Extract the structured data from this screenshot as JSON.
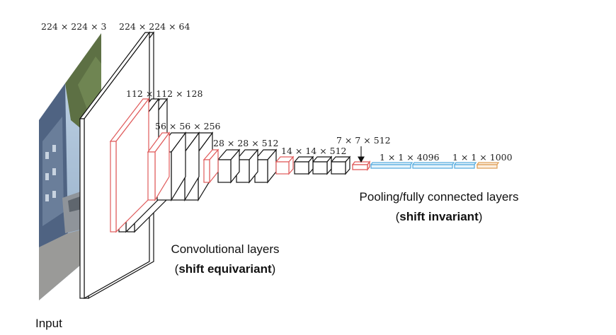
{
  "diagram": {
    "input_label": "Input",
    "dims": {
      "input": "224 × 224 × 3",
      "conv1": "224 × 224 × 64",
      "conv2": "112 × 112 × 128",
      "conv3": "56 × 56 × 256",
      "conv4": "28 × 28 × 512",
      "conv5": "14 × 14 × 512",
      "pool5": "7 × 7 × 512",
      "fc1": "1 × 1 × 4096",
      "fc3": "1 × 1 × 1000"
    },
    "conv_caption": {
      "line1": "Convolutional layers",
      "open": "(",
      "bold": "shift equivariant",
      "close": ")"
    },
    "pool_caption": {
      "line1": "Pooling/fully connected layers",
      "open": "(",
      "bold": "shift invariant",
      "close": ")"
    },
    "colors": {
      "conv_edge": "#111111",
      "pool_edge": "#e05a5a",
      "fc_edge": "#5aaee0",
      "fc_fill": "#e7f4fb",
      "output_edge": "#e0a05a",
      "output_fill": "#fbefe0",
      "sky": "#a9c3dc",
      "tree": "#5d7044",
      "building": "#5b6f8a",
      "street": "#8c8c8c"
    }
  }
}
